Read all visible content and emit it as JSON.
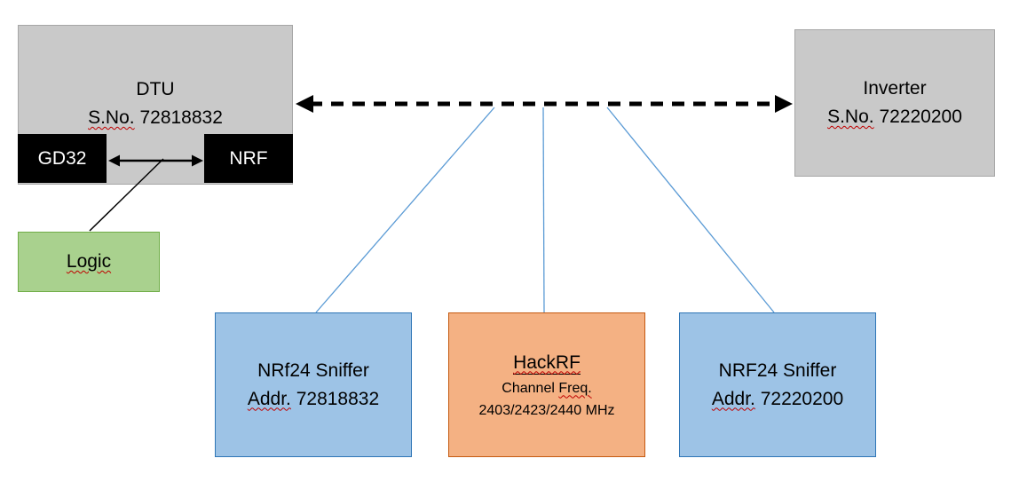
{
  "diagram": {
    "dtu": {
      "title": "DTU",
      "serial_prefix": "S.No.",
      "serial_number": "72818832"
    },
    "gd32_label": "GD32",
    "nrf_label": "NRF",
    "logic_label": "Logic",
    "inverter": {
      "title": "Inverter",
      "serial_prefix": "S.No.",
      "serial_number": "72220200"
    },
    "sniffer_left": {
      "name": "NRf24 Sniffer",
      "addr_prefix": "Addr.",
      "addr_number": "72818832"
    },
    "hackrf": {
      "name": "HackRF",
      "channel_word": "Channel",
      "freq_word": "Freq.",
      "frequencies": "2403/2423/2440 MHz"
    },
    "sniffer_right": {
      "name": "NRF24 Sniffer",
      "addr_prefix": "Addr.",
      "addr_number": "72220200"
    },
    "colors": {
      "gray_box": "#c9c9c9",
      "black_box": "#000000",
      "green_box": "#a9d18e",
      "blue_box": "#9dc3e6",
      "orange_box": "#f4b183",
      "connector_blue": "#5b9bd5",
      "arrow_black": "#000000",
      "squiggle_red": "#c00000"
    }
  }
}
